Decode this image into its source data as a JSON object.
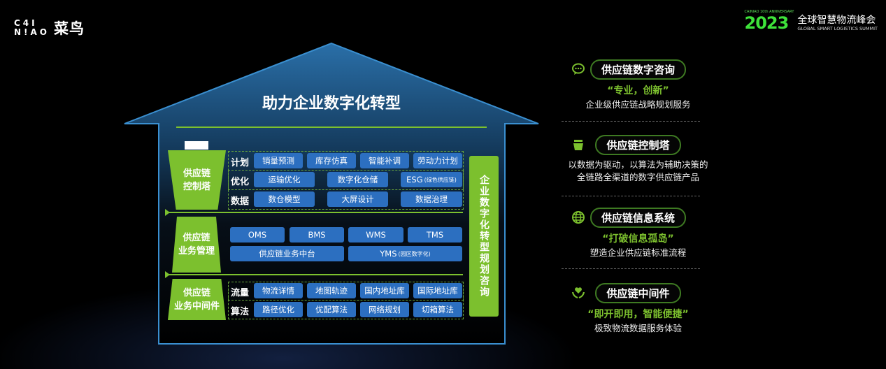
{
  "logo": {
    "en_line1": "C4I",
    "en_line2": "N!AO",
    "cn": "菜鸟"
  },
  "summit": {
    "small": "CAINIAO 10th ANNIVERSARY",
    "year": "2023",
    "cn": "全球智慧物流峰会",
    "en": "GLOBAL SMART LOGISTICS SUMMIT"
  },
  "house": {
    "title": "助力企业数字化转型",
    "side_bar": "企业数字化转型规划咨询",
    "layers": [
      {
        "label_line1": "供应链",
        "label_line2": "控制塔",
        "rows": [
          {
            "label": "计划",
            "items": [
              "销量预测",
              "库存仿真",
              "智能补调",
              "劳动力计划"
            ]
          },
          {
            "label": "优化",
            "items": [
              "运输优化",
              "数字化仓储",
              "ESG"
            ],
            "esg_note": "(绿色供应链)"
          },
          {
            "label": "数据",
            "items": [
              "数仓模型",
              "大屏设计",
              "数据治理"
            ]
          }
        ]
      },
      {
        "label_line1": "供应链",
        "label_line2": "业务管理",
        "rows": [
          {
            "items": [
              "OMS",
              "BMS",
              "WMS",
              "TMS"
            ]
          },
          {
            "items": [
              "供应链业务中台",
              "YMS"
            ],
            "yms_note": "(园区数字化)"
          }
        ]
      },
      {
        "label_line1": "供应链",
        "label_line2": "业务中间件",
        "rows": [
          {
            "label": "流量",
            "items": [
              "物流详情",
              "地图轨迹",
              "国内地址库",
              "国际地址库"
            ]
          },
          {
            "label": "算法",
            "items": [
              "路径优化",
              "优配算法",
              "网络规划",
              "切箱算法"
            ]
          }
        ]
      }
    ]
  },
  "services": [
    {
      "icon": "chat-bubble-icon",
      "title": "供应链数字咨询",
      "quote": "“专业，创新”",
      "desc": [
        "企业级供应链战略规划服务"
      ]
    },
    {
      "icon": "tower-icon",
      "title": "供应链控制塔",
      "desc": [
        "以数据为驱动，以算法为辅助决策的",
        "全链路全渠道的数字供应链产品"
      ]
    },
    {
      "icon": "globe-icon",
      "title": "供应链信息系统",
      "quote": "“打破信息孤岛”",
      "desc": [
        "塑造企业供应链标准流程"
      ]
    },
    {
      "icon": "heart-hands-icon",
      "title": "供应链中间件",
      "quote": "“即开即用，智能便捷”",
      "desc": [
        "极致物流数据服务体验"
      ]
    }
  ],
  "colors": {
    "green": "#7cc02e",
    "blue": "#2c6fc0",
    "house_stroke": "#3a8fd0"
  }
}
